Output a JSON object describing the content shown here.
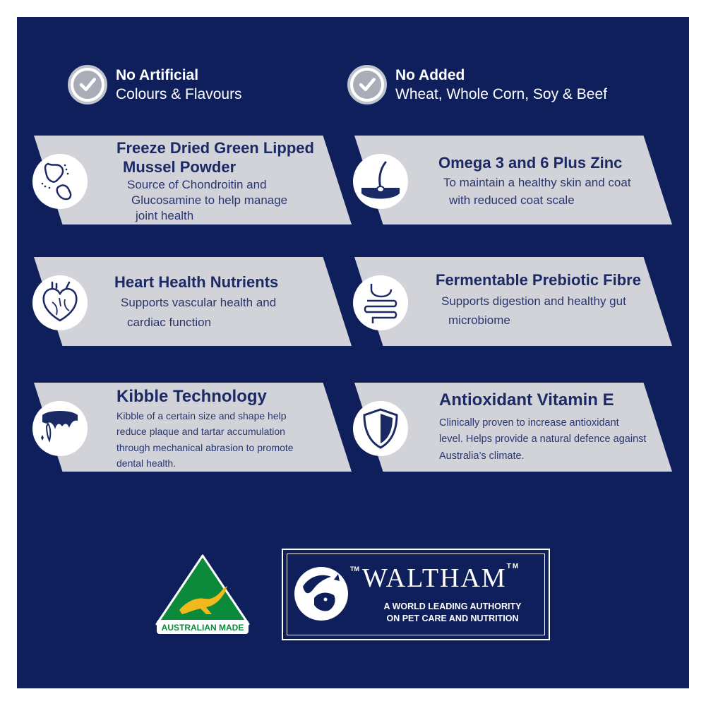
{
  "claims": [
    {
      "title": "No Artificial",
      "subtitle": "Colours & Flavours"
    },
    {
      "title": "No Added",
      "subtitle": "Wheat, Whole Corn, Soy & Beef"
    }
  ],
  "features": [
    {
      "title_lines": [
        "Freeze Dried Green Lipped",
        "Mussel Powder"
      ],
      "desc_lines": [
        "Source of Chondroitin and",
        "Glucosamine to help manage",
        "joint health"
      ],
      "icon": "joint-icon"
    },
    {
      "title_lines": [
        "Omega 3 and 6 Plus Zinc"
      ],
      "desc_lines": [
        "To maintain a healthy skin and coat",
        "with reduced coat scale"
      ],
      "icon": "skin-hair-icon"
    },
    {
      "title_lines": [
        "Heart Health Nutrients"
      ],
      "desc_lines": [
        "Supports vascular health and",
        "cardiac function"
      ],
      "icon": "heart-icon"
    },
    {
      "title_lines": [
        "Fermentable Prebiotic Fibre"
      ],
      "desc_lines": [
        "Supports digestion and healthy gut",
        "microbiome"
      ],
      "icon": "digestive-icon"
    },
    {
      "title_lines": [
        "Kibble Technology"
      ],
      "desc_lines": [
        "Kibble of a certain size and shape help",
        "reduce plaque and tartar accumulation",
        "through mechanical abrasion to promote",
        "dental health."
      ],
      "icon": "tooth-icon"
    },
    {
      "title_lines": [
        "Antioxidant Vitamin E"
      ],
      "desc_lines": [
        "Clinically proven to increase antioxidant",
        "level. Helps provide a natural defence against",
        "Australia’s climate."
      ],
      "icon": "shield-icon"
    }
  ],
  "badges": {
    "australian_made": "AUSTRALIAN MADE",
    "waltham_tm": "TM",
    "waltham_name": "WALTHAM",
    "waltham_name_tm": "TM",
    "waltham_tagline_lines": [
      "A WORLD LEADING AUTHORITY",
      "ON PET CARE AND NUTRITION"
    ]
  },
  "colors": {
    "background": "#0f1f5c",
    "card": "#d1d3d9",
    "text_dark": "#1b2a64",
    "aus_green": "#0a8a3a",
    "aus_gold": "#f2b91c"
  }
}
